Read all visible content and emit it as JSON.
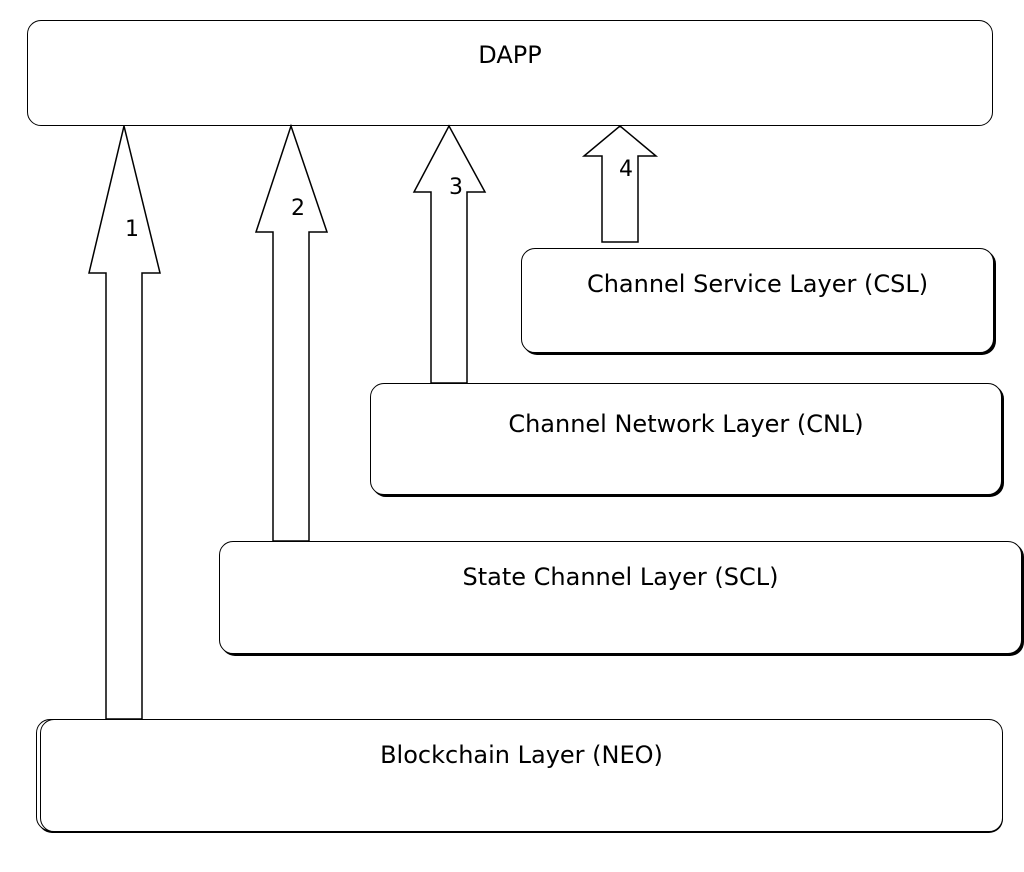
{
  "diagram": {
    "dapp": {
      "label": "DAPP"
    },
    "layers": {
      "csl": {
        "label": "Channel Service Layer (CSL)"
      },
      "cnl": {
        "label": "Channel Network Layer (CNL)"
      },
      "scl": {
        "label": "State Channel Layer (SCL)"
      },
      "neo": {
        "label": "Blockchain Layer (NEO)"
      }
    },
    "arrows": [
      {
        "number": "1",
        "from": "Blockchain Layer (NEO)",
        "to": "DAPP"
      },
      {
        "number": "2",
        "from": "State Channel Layer (SCL)",
        "to": "DAPP"
      },
      {
        "number": "3",
        "from": "Channel Network Layer (CNL)",
        "to": "DAPP"
      },
      {
        "number": "4",
        "from": "Channel Service Layer (CSL)",
        "to": "DAPP"
      }
    ]
  }
}
